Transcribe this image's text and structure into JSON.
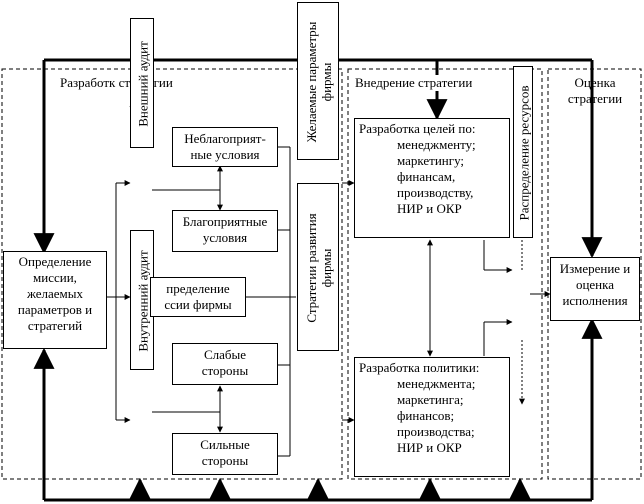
{
  "sections": {
    "development": "Разработк  стратегии",
    "implementation": "Внедрение  стратегии",
    "evaluation": [
      "Оценка",
      "стратегии"
    ]
  },
  "boxes": {
    "mission": [
      "Определение",
      "миссии,",
      "желаемых",
      "параметров и",
      "стратегий"
    ],
    "unfavorable": [
      "Неблагоприят-",
      "ные условия"
    ],
    "favorable": [
      "Благоприятные",
      "условия"
    ],
    "firm_mission": [
      "пределение",
      "ссии фирмы"
    ],
    "weak": [
      "Слабые",
      "стороны"
    ],
    "strong": [
      "Сильные",
      "стороны"
    ],
    "goals": [
      "Разработка целей по:",
      "менеджменту;",
      "маркетингу;",
      "финансам,",
      "производству,",
      "НИР и ОКР"
    ],
    "policy": [
      "Разработка политики:",
      "менеджмента;",
      "маркетинга;",
      "финансов;",
      "производства;",
      "НИР и ОКР"
    ],
    "measure": [
      "Измерение и",
      "оценка",
      "исполнения"
    ]
  },
  "vertical": {
    "external_audit": "Внешний аудит",
    "internal_audit": "Внутренний аудит",
    "desired_params": [
      "Желаемые параметры",
      "фирмы"
    ],
    "firm_strategies": [
      "Стратегии развития",
      "фирмы"
    ],
    "resources": "Распределение ресурсов"
  }
}
